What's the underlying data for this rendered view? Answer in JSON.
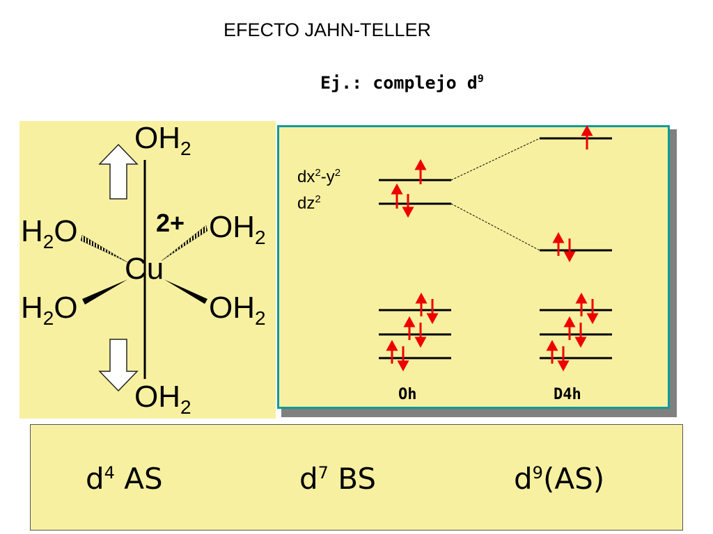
{
  "title": "EFECTO JAHN-TELLER",
  "subtitle": {
    "prefix": "Ej.: complejo d",
    "superscript": "9"
  },
  "molecule": {
    "center": "Cu",
    "charge": "2+",
    "ligand": "OH",
    "ligand_reversed_prefix": "H",
    "ligand_reversed_suffix": "O",
    "subscript": "2"
  },
  "diagram": {
    "label_dx": {
      "base": "dx",
      "sup1": "2",
      "mid": "-y",
      "sup2": "2"
    },
    "label_dz": {
      "base": "dz",
      "sup": "2"
    },
    "left_symmetry": "Oh",
    "right_symmetry": "D4h"
  },
  "configs": [
    {
      "base": "d",
      "sup": "4",
      "text": " AS"
    },
    {
      "base": "d",
      "sup": "7",
      "text": " BS"
    },
    {
      "base": "d",
      "sup": "9",
      "text": "(AS)"
    }
  ],
  "colors": {
    "panel": "#f7f0a0",
    "frame": "#0e9a9a",
    "arrow": "#ee0000"
  }
}
